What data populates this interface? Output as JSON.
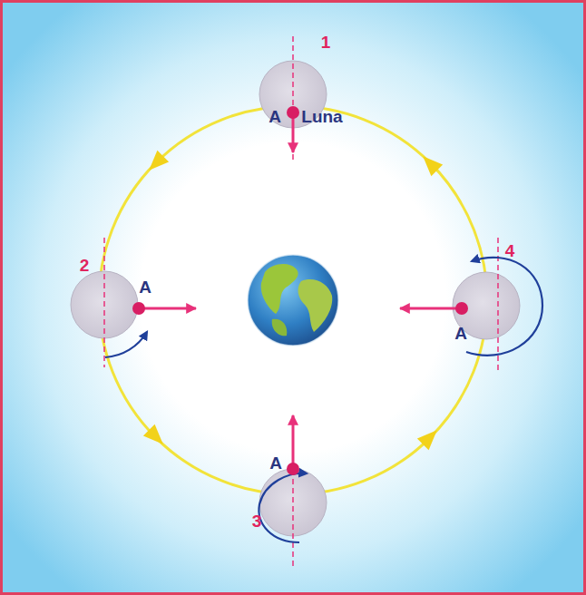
{
  "diagram": {
    "labels": [
      "1",
      "A",
      "Luna",
      "2",
      "A",
      "4",
      "A",
      "3",
      "A"
    ]
  }
}
